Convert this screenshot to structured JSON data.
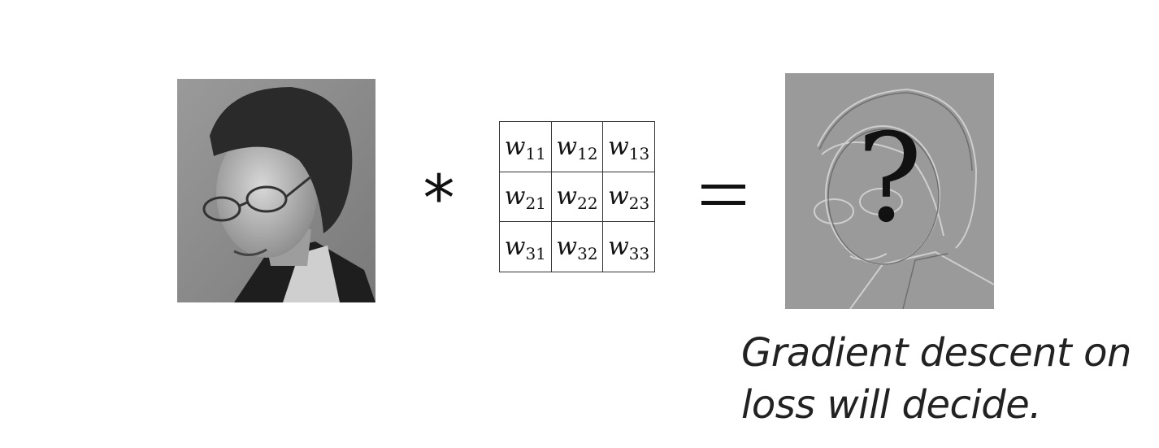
{
  "operator_symbol": "*",
  "equals_symbol": "=",
  "output_symbol": "?",
  "filter": {
    "rows": [
      [
        {
          "base": "w",
          "sub": "11"
        },
        {
          "base": "w",
          "sub": "12"
        },
        {
          "base": "w",
          "sub": "13"
        }
      ],
      [
        {
          "base": "w",
          "sub": "21"
        },
        {
          "base": "w",
          "sub": "22"
        },
        {
          "base": "w",
          "sub": "23"
        }
      ],
      [
        {
          "base": "w",
          "sub": "31"
        },
        {
          "base": "w",
          "sub": "32"
        },
        {
          "base": "w",
          "sub": "33"
        }
      ]
    ]
  },
  "caption": {
    "line1": "Gradient descent on",
    "line2": "loss will decide."
  },
  "icons": {
    "input": "grayscale-portrait-photo",
    "output": "edge-filtered-portrait-image"
  },
  "colors": {
    "background": "#ffffff",
    "photo_bg": "#8c8c8c",
    "output_bg": "#9a9a9a",
    "ink": "#111111"
  }
}
